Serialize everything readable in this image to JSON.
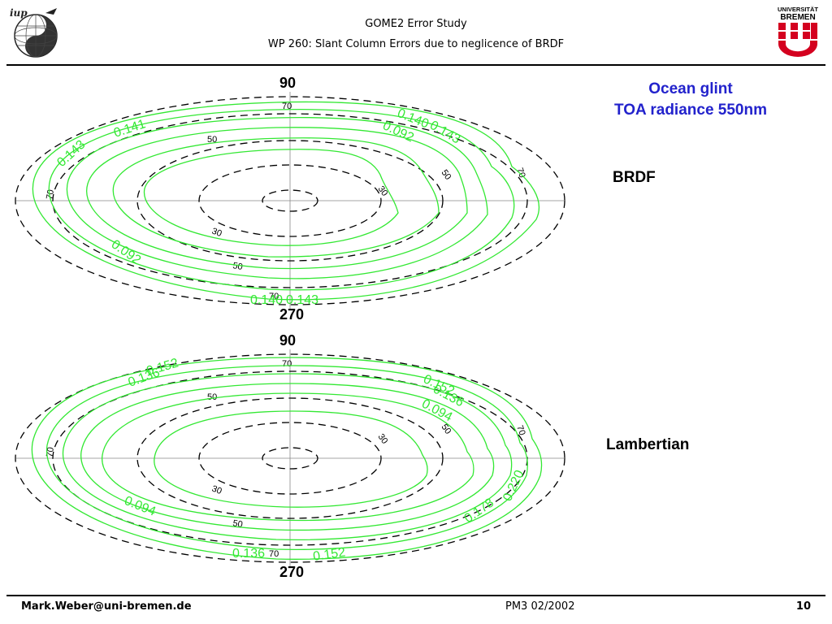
{
  "header": {
    "title": "GOME2 Error Study",
    "subtitle": "WP 260: Slant Column Errors due to neglicence of  BRDF"
  },
  "logos": {
    "left": {
      "text": "iup"
    },
    "right": {
      "line1": "UNIVERSITÄT",
      "line2": "BREMEN"
    }
  },
  "annotation": {
    "line1": "Ocean glint",
    "line2": "TOA radiance 550nm"
  },
  "footer": {
    "email": "Mark.Weber@uni-bremen.de",
    "date": "PM3 02/2002",
    "page": "10"
  },
  "colors": {
    "contour": "#33e833",
    "annotation": "#2222cc",
    "grid": "#000000",
    "logo_red": "#d4001f"
  },
  "chart_data": [
    {
      "type": "contour",
      "label": "BRDF",
      "projection": "polar (Aitoff-like)",
      "axis_labels": {
        "top": "90",
        "bottom": "270"
      },
      "zenith_circles": [
        30,
        50,
        70
      ],
      "contour_levels": [
        0.092,
        0.14,
        0.141,
        0.143
      ],
      "contour_labels": [
        {
          "text": "0.143"
        },
        {
          "text": "0.141"
        },
        {
          "text": "0.140"
        },
        {
          "text": "0.143"
        },
        {
          "text": "0.092"
        },
        {
          "text": "0.092"
        },
        {
          "text": "0.140"
        },
        {
          "text": "0.143"
        }
      ]
    },
    {
      "type": "contour",
      "label": "Lambertian",
      "projection": "polar (Aitoff-like)",
      "axis_labels": {
        "top": "90",
        "bottom": "270"
      },
      "zenith_circles": [
        30,
        50,
        70
      ],
      "contour_levels": [
        0.094,
        0.136,
        0.152,
        0.178,
        0.22
      ],
      "contour_labels": [
        {
          "text": "0.136"
        },
        {
          "text": "0.152"
        },
        {
          "text": "0.152"
        },
        {
          "text": "0.136"
        },
        {
          "text": "0.094"
        },
        {
          "text": "0.094"
        },
        {
          "text": "0.178"
        },
        {
          "text": "0.220"
        },
        {
          "text": "0.136"
        },
        {
          "text": "0.152"
        }
      ]
    }
  ]
}
